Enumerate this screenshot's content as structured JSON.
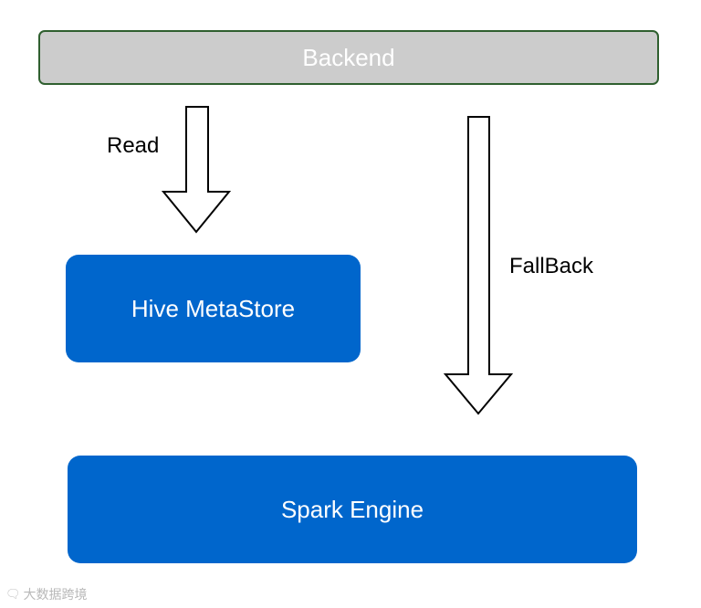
{
  "nodes": {
    "backend": "Backend",
    "hive": "Hive MetaStore",
    "spark": "Spark Engine"
  },
  "edges": {
    "read": "Read",
    "fallback": "FallBack"
  },
  "watermark": {
    "text": "大数据跨境",
    "icon": "chat-bubble-icon"
  },
  "colors": {
    "backend_fill": "#cccccc",
    "backend_border": "#2f5f2f",
    "engine_fill": "#0066cc"
  }
}
